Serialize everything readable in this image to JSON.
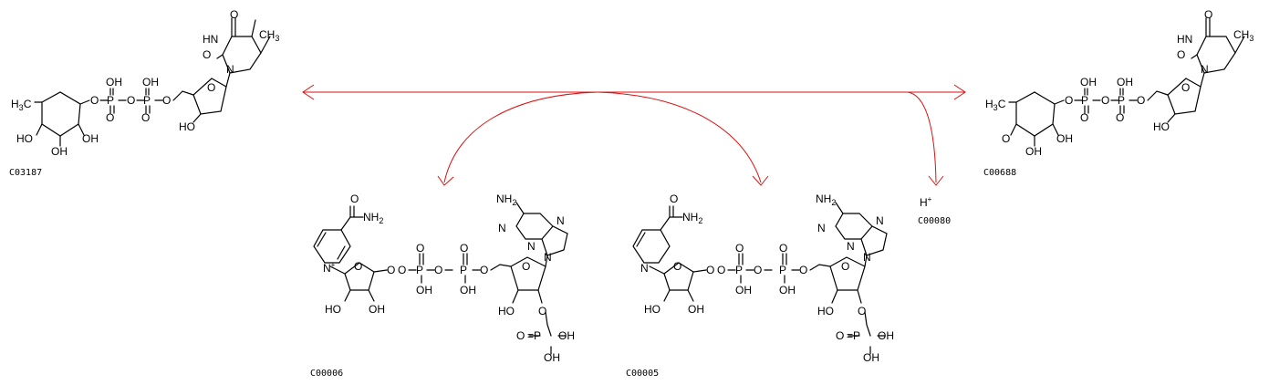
{
  "compounds": [
    {
      "id": "C03187"
    },
    {
      "id": "C00688"
    },
    {
      "id": "C00006"
    },
    {
      "id": "C00005"
    },
    {
      "id": "C00080",
      "formula": "H",
      "charge": "+"
    }
  ],
  "colors": {
    "arrow": "#dd1111",
    "bond": "#000000"
  }
}
